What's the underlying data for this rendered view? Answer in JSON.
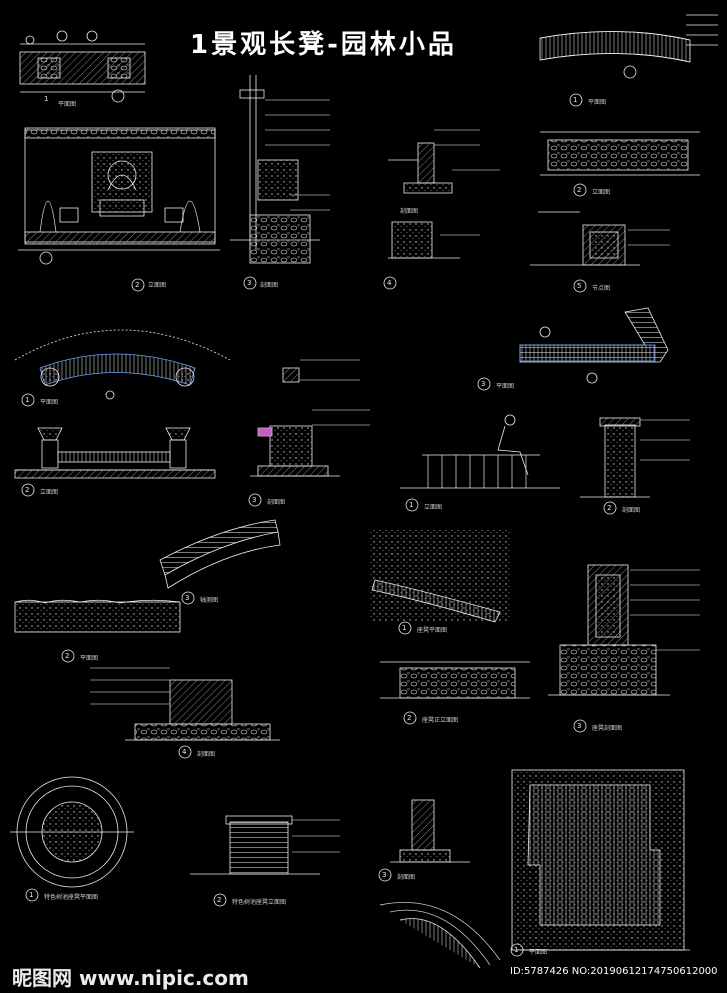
{
  "page": {
    "title": "1景观长凳-园林小品",
    "watermark_left": "昵图网 www.nipic.com",
    "watermark_right": "ID:5787426 NO:20190612174750612000"
  },
  "drawings": [
    {
      "id": "d1",
      "number": "1",
      "caption": "平面图"
    },
    {
      "id": "d2",
      "number": "2",
      "caption": "立面图"
    },
    {
      "id": "d3",
      "number": "3",
      "caption": "剖面图"
    },
    {
      "id": "d4",
      "number": "4",
      "caption": "剖面图"
    },
    {
      "id": "d5",
      "number": "1",
      "caption": "平面图"
    },
    {
      "id": "d6",
      "number": "2",
      "caption": "立面图"
    },
    {
      "id": "d7",
      "number": "5",
      "caption": "节点图"
    },
    {
      "id": "d8",
      "number": "1",
      "caption": "平面图"
    },
    {
      "id": "d9",
      "number": "2",
      "caption": "立面图"
    },
    {
      "id": "d10",
      "number": "3",
      "caption": "剖面图"
    },
    {
      "id": "d11",
      "number": "3",
      "caption": "平面图"
    },
    {
      "id": "d12",
      "number": "1",
      "caption": "立面图"
    },
    {
      "id": "d13",
      "number": "2",
      "caption": "剖面图"
    },
    {
      "id": "d14",
      "number": "3",
      "caption": "轴测图"
    },
    {
      "id": "d15",
      "number": "2",
      "caption": "平面图"
    },
    {
      "id": "d16",
      "number": "4",
      "caption": "剖面图"
    },
    {
      "id": "d17",
      "number": "1",
      "caption": "座凳平面图"
    },
    {
      "id": "d18",
      "number": "2",
      "caption": "座凳正立面图"
    },
    {
      "id": "d19",
      "number": "3",
      "caption": "座凳剖面图"
    },
    {
      "id": "d20",
      "number": "1",
      "caption": "特色树池座凳平面图"
    },
    {
      "id": "d21",
      "number": "2",
      "caption": "特色树池座凳立面图"
    },
    {
      "id": "d22",
      "number": "3",
      "caption": "剖面图"
    },
    {
      "id": "d23",
      "number": "1",
      "caption": "平面图"
    }
  ]
}
